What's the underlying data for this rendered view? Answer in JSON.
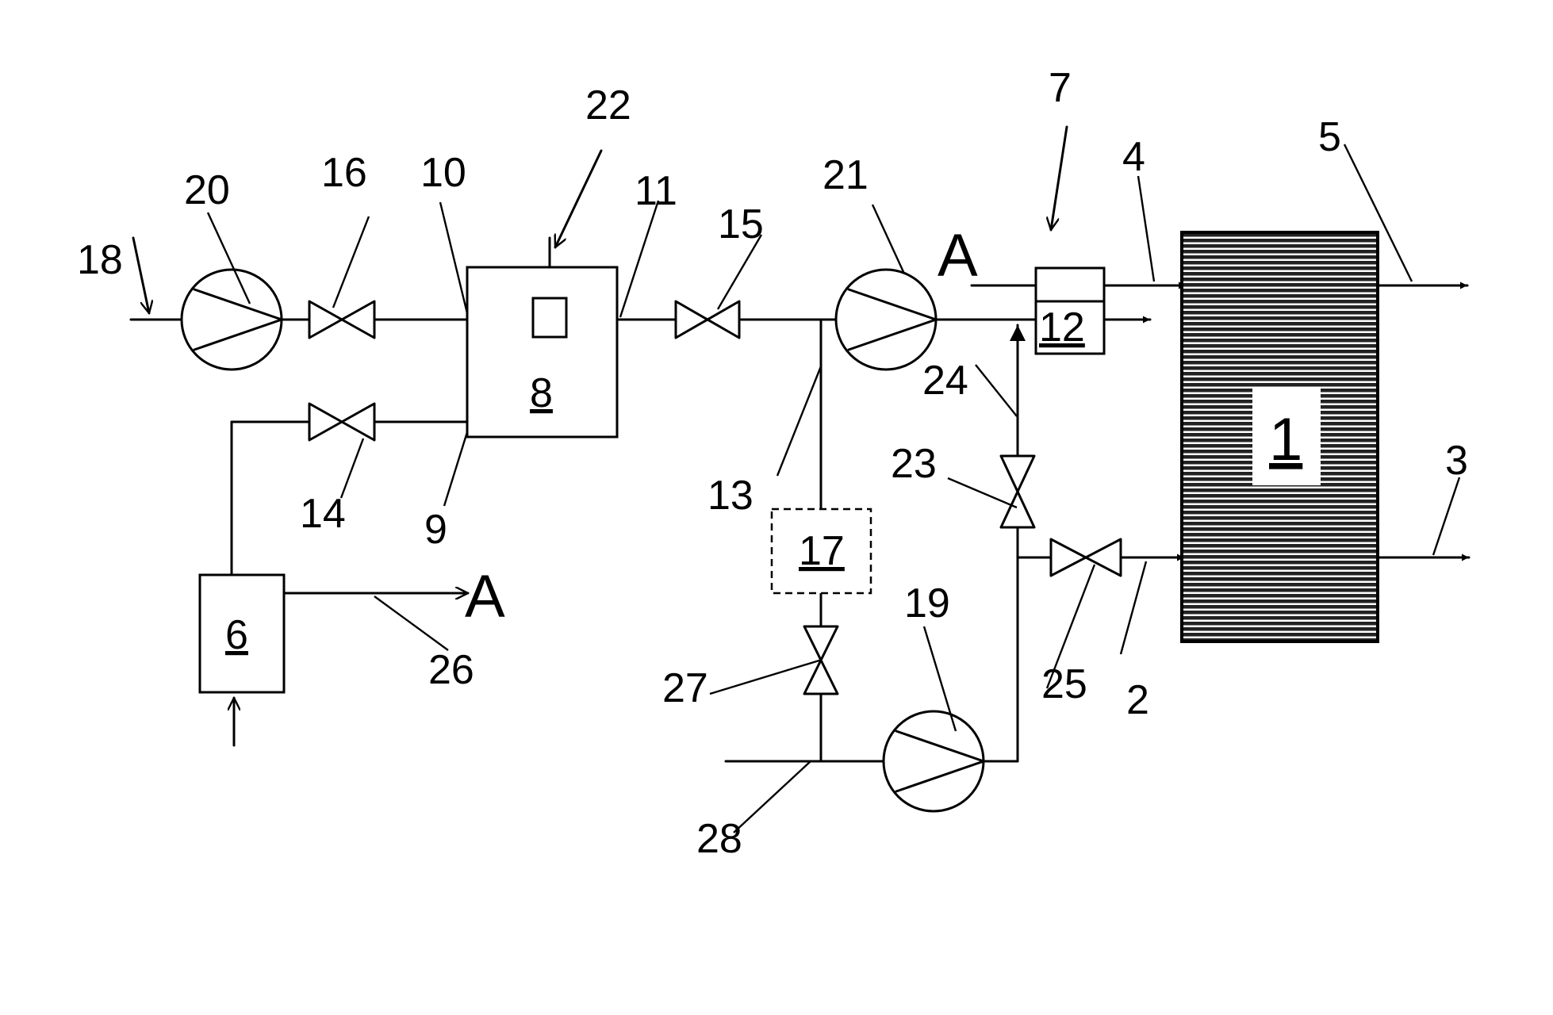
{
  "labels": {
    "n1": "1",
    "n2": "2",
    "n3": "3",
    "n4": "4",
    "n5": "5",
    "n6": "6",
    "n7": "7",
    "n8": "8",
    "n9": "9",
    "n10": "10",
    "n11": "11",
    "n12": "12",
    "n13": "13",
    "n14": "14",
    "n15": "15",
    "n16": "16",
    "n17": "17",
    "n18": "18",
    "n19": "19",
    "n20": "20",
    "n21": "21",
    "n22": "22",
    "n23": "23",
    "n24": "24",
    "n25": "25",
    "n26": "26",
    "n27": "27",
    "n28": "28"
  },
  "connectors": {
    "a_top": "A",
    "a_bottom": "A"
  },
  "colors": {
    "ink": "#000000",
    "background": "#ffffff"
  }
}
